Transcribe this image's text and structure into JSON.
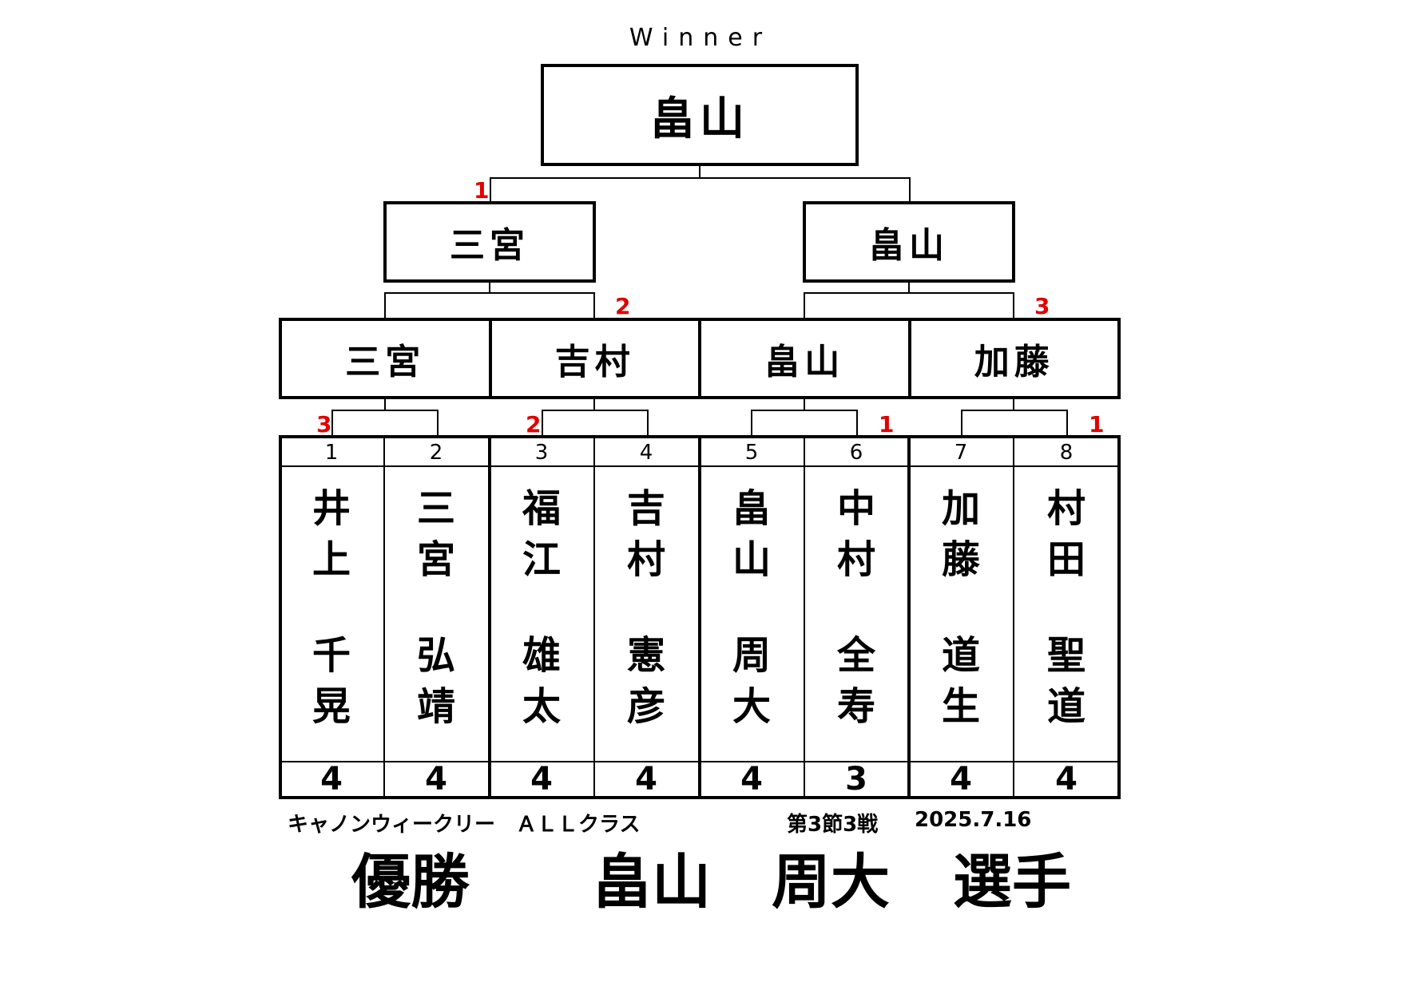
{
  "title": "Winner",
  "final": {
    "winner": "畠山"
  },
  "semifinal": [
    {
      "name": "三宮"
    },
    {
      "name": "畠山"
    }
  ],
  "semifinal_scores": [
    "1"
  ],
  "quarterfinal": [
    {
      "name": "三宮"
    },
    {
      "name": "吉村"
    },
    {
      "name": "畠山"
    },
    {
      "name": "加藤"
    }
  ],
  "quarterfinal_scores": [
    "2",
    "3"
  ],
  "round1_scores": [
    "3",
    "2",
    "1",
    "1"
  ],
  "players": [
    {
      "seed": "1",
      "chars": [
        "井",
        "上",
        "千",
        "晃"
      ],
      "points": "4"
    },
    {
      "seed": "2",
      "chars": [
        "三",
        "宮",
        "弘",
        "靖"
      ],
      "points": "4"
    },
    {
      "seed": "3",
      "chars": [
        "福",
        "江",
        "雄",
        "太"
      ],
      "points": "4"
    },
    {
      "seed": "4",
      "chars": [
        "吉",
        "村",
        "憲",
        "彦"
      ],
      "points": "4"
    },
    {
      "seed": "5",
      "chars": [
        "畠",
        "山",
        "周",
        "大"
      ],
      "points": "4"
    },
    {
      "seed": "6",
      "chars": [
        "中",
        "村",
        "全",
        "寿"
      ],
      "points": "3"
    },
    {
      "seed": "7",
      "chars": [
        "加",
        "藤",
        "道",
        "生"
      ],
      "points": "4"
    },
    {
      "seed": "8",
      "chars": [
        "村",
        "田",
        "聖",
        "道"
      ],
      "points": "4"
    }
  ],
  "footer": {
    "event": "キャノンウィークリー　ＡＬＬクラス",
    "round": "第3節3戦",
    "date": "2025.7.16",
    "champion_label": "優勝",
    "champion_surname": "畠山",
    "champion_given": "周大",
    "champion_suffix": "選手"
  },
  "colors": {
    "score": "#e00000",
    "line": "#000000",
    "background": "#ffffff"
  }
}
